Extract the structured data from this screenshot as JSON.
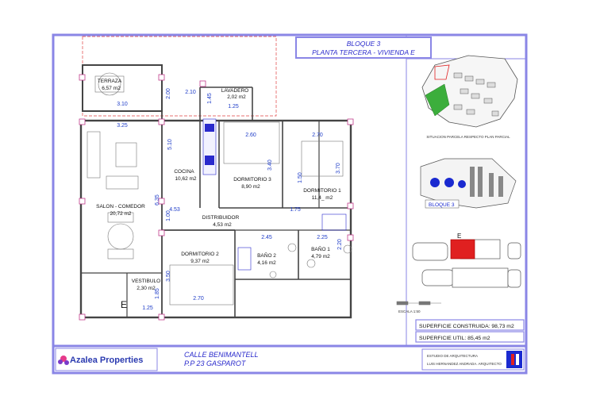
{
  "title": {
    "line1": "BLOQUE 3",
    "line2": "PLANTA TERCERA - VIVIENDA E"
  },
  "rooms": [
    {
      "key": "terraza",
      "name": "TERRAZA",
      "area": "6,57 m2"
    },
    {
      "key": "lavadero",
      "name": "LAVADERO",
      "area": "2,02 m2"
    },
    {
      "key": "cocina",
      "name": "COCINA",
      "area": "10,62 m2"
    },
    {
      "key": "dorm3",
      "name": "DORMITORIO 3",
      "area": "8,90 m2"
    },
    {
      "key": "dorm1",
      "name": "DORMITORIO 1",
      "area": "11,4_ m2"
    },
    {
      "key": "salon",
      "name": "SALON - COMEDOR",
      "area": "20,72 m2"
    },
    {
      "key": "distribuidor",
      "name": "DISTRIBUIDOR",
      "area": "4,53 m2"
    },
    {
      "key": "dorm2",
      "name": "DORMITORIO 2",
      "area": "9,37 m2"
    },
    {
      "key": "bano2",
      "name": "BAÑO 2",
      "area": "4,16 m2"
    },
    {
      "key": "bano1",
      "name": "BAÑO 1",
      "area": "4,79 m2"
    },
    {
      "key": "vestibulo",
      "name": "VESTIBULO",
      "area": "2,30 m2"
    }
  ],
  "dimensions": [
    "3.10",
    "2.00",
    "2.10",
    "1.45",
    "1.25",
    "3.25",
    "2.60",
    "2.70",
    "5.10",
    "3.40",
    "1.50",
    "3.70",
    "6.35",
    "1.00",
    "4.53",
    "1.75",
    "2.45",
    "2.25",
    "2.20",
    "3.50",
    "2.70",
    "1.85",
    "1.25"
  ],
  "entrance_mark": "E",
  "context": {
    "situation_caption": "SITUACION PARCELA RESPECTO PLAN PARCIAL",
    "block_label": "BLOQUE 3",
    "unit_mark": "E",
    "scale_label": "ESCALA 1:50"
  },
  "areas": {
    "built": "SUPERFICIE  CONSTRUIDA:  98,73  m2",
    "useful": "SUPERFICIE  UTIL:  85,45  m2"
  },
  "footer": {
    "brand": "Azalea Properties",
    "address_line1": "CALLE BENIMANTELL",
    "address_line2": "P.P 23 GASPAROT",
    "studio_line1": "ESTUDIO DE ARQUITECTURA",
    "studio_line2": "LUIS HERNANDEZ ANDRADA. ARQUITECTO"
  },
  "colors": {
    "frame": "#8a86e6",
    "walls": "#444444",
    "dimensions": "#1e3cc8",
    "highlight": "#e02020",
    "green": "#3cae3c",
    "block_blue": "#1a2ad0"
  }
}
